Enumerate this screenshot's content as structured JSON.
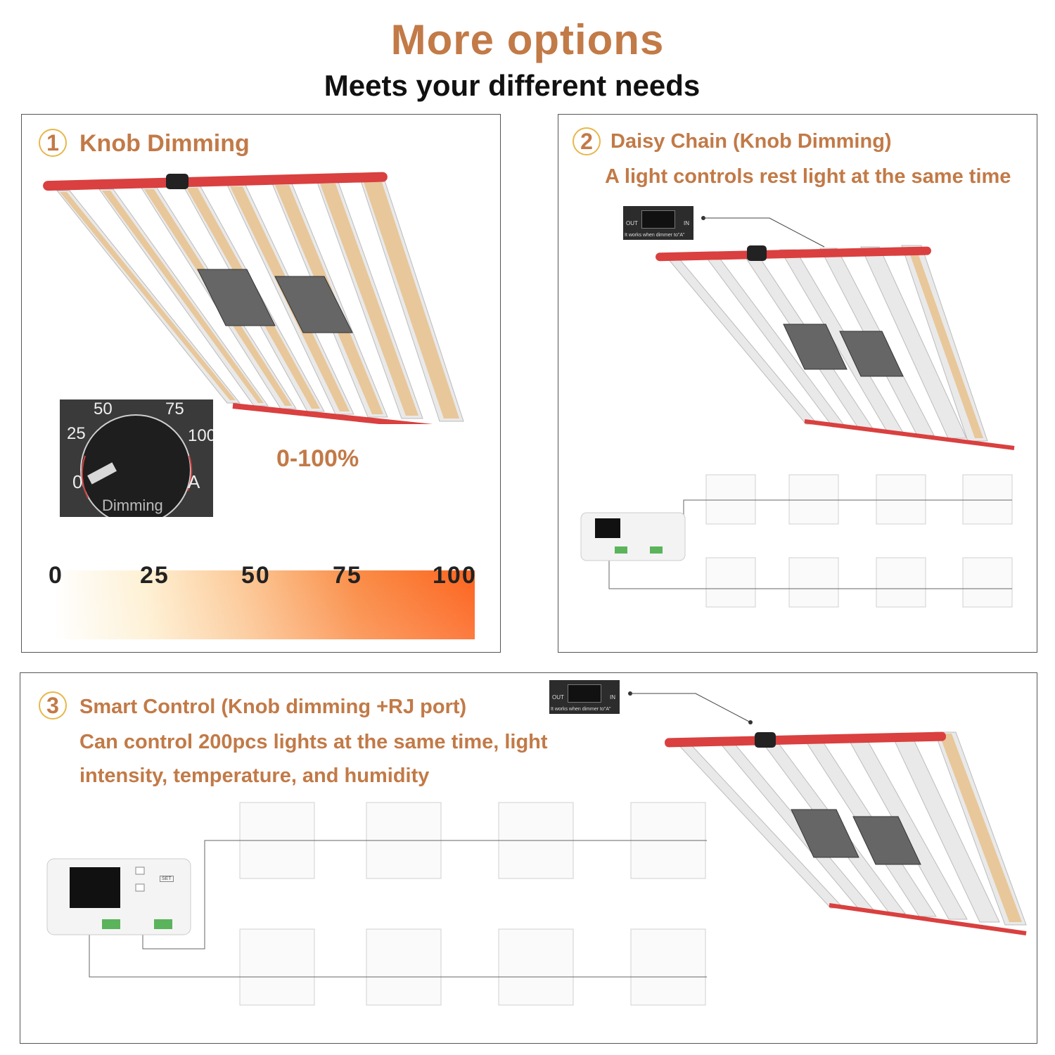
{
  "header": {
    "title": "More options",
    "subtitle": "Meets your different needs"
  },
  "panel1": {
    "number": "1",
    "title": "Knob Dimming",
    "range_text": "0-100%",
    "knob": {
      "marks": [
        "50",
        "75",
        "25",
        "100",
        "0",
        "A"
      ],
      "label": "Dimming"
    },
    "scale": {
      "labels": [
        "0",
        "25",
        "50",
        "75",
        "100"
      ]
    }
  },
  "panel2": {
    "number": "2",
    "title": "Daisy Chain (Knob Dimming)",
    "subtitle": "A light controls rest light at the same time",
    "port": {
      "out": "OUT",
      "in": "IN",
      "note": "It works when dimmer to\"A\""
    }
  },
  "panel3": {
    "number": "3",
    "title": "Smart Control (Knob dimming +RJ port)",
    "line1": "Can control 200pcs lights at the same time, light",
    "line2": "intensity, temperature, and humidity",
    "port": {
      "out": "OUT",
      "in": "IN",
      "note": "It works when dimmer to\"A\""
    },
    "controller_key": "SET"
  },
  "colors": {
    "accent": "#c27a47",
    "bar_red": "#d9403f",
    "led": "#e8c79a"
  }
}
